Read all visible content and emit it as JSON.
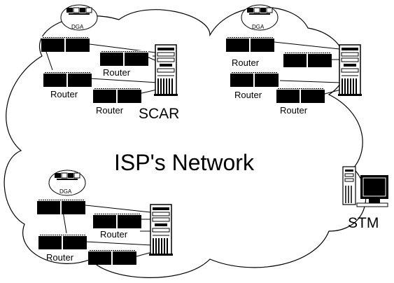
{
  "network": {
    "title": "ISP's Network"
  },
  "nodes": {
    "scar": "SCAR",
    "stm": "STM",
    "dga": "DGA",
    "router": "Router"
  },
  "icons": [
    "server-tower-icon",
    "router-icon",
    "dga-device-icon",
    "workstation-icon"
  ]
}
